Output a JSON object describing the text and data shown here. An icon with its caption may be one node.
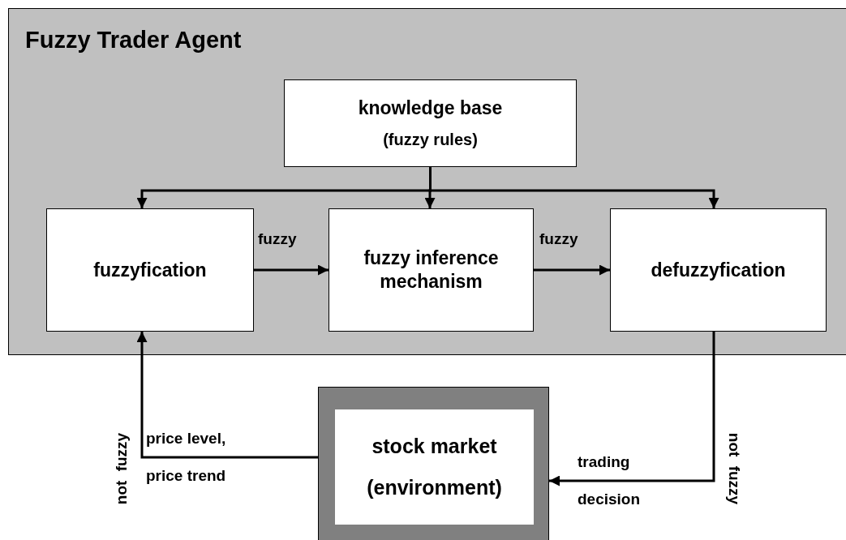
{
  "diagram": {
    "nodes": [
      {
        "text": [
          "Fuzzy Trader Agent"
        ]
      },
      {
        "text": [
          "knowledge base",
          "(fuzzy rules)"
        ],
        "in": 0
      },
      {
        "text": [
          "fuzzyfication"
        ],
        "in": 0
      },
      {
        "text": [
          "fuzzy inference mechanism"
        ],
        "in": 0
      },
      {
        "text": [
          "defuzzyfication"
        ],
        "in": 0
      },
      {
        "text": [],
        "shape": "box"
      },
      {
        "text": [
          "stock market",
          "(environment)"
        ],
        "in": 5
      }
    ],
    "edges": [
      {
        "from": 1,
        "to": 2,
        "arrow": "to"
      },
      {
        "from": 1,
        "to": 3,
        "arrow": "to"
      },
      {
        "from": 1,
        "to": 4,
        "arrow": "to"
      },
      {
        "from": 2,
        "to": 3,
        "arrow": "to",
        "label": "fuzzy"
      },
      {
        "from": 3,
        "to": 4,
        "arrow": "to",
        "label": "fuzzy"
      },
      {
        "from": 5,
        "to": 2,
        "arrow": "to",
        "label": "price level, price trend"
      },
      {
        "from": 4,
        "to": 5,
        "arrow": "to",
        "label": "trading decision"
      }
    ],
    "labels": [
      "not fuzzy",
      "not fuzzy"
    ]
  }
}
